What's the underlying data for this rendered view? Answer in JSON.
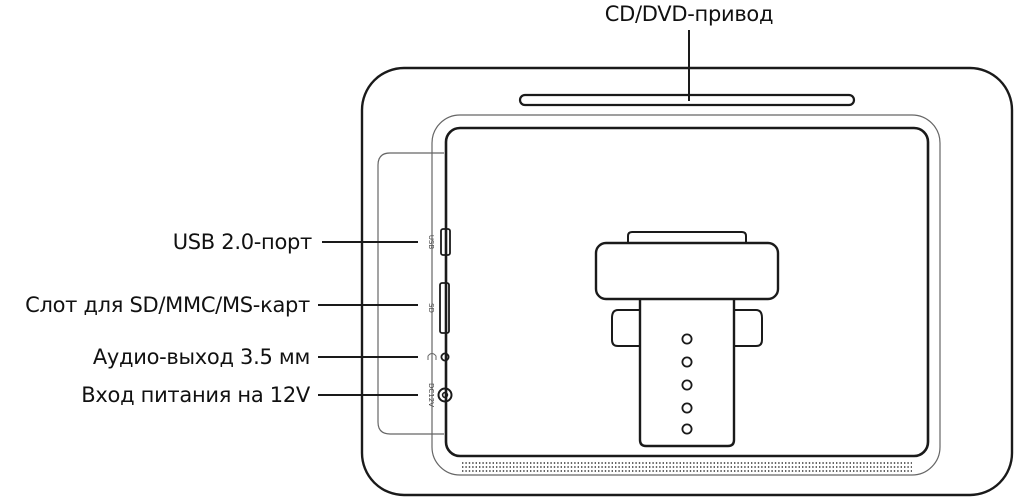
{
  "callouts": {
    "top": "CD/DVD-привод",
    "usb": "USB 2.0-порт",
    "card": "Слот для SD/MMC/MS-карт",
    "audio": "Аудио-выход 3.5 мм",
    "power": "Вход питания на 12V"
  },
  "port_markings": {
    "usb": "USB",
    "sd": "SD",
    "dc": "DC12V"
  },
  "colors": {
    "line": "#1a1a1a",
    "thin_line": "#666666",
    "background": "#ffffff"
  }
}
